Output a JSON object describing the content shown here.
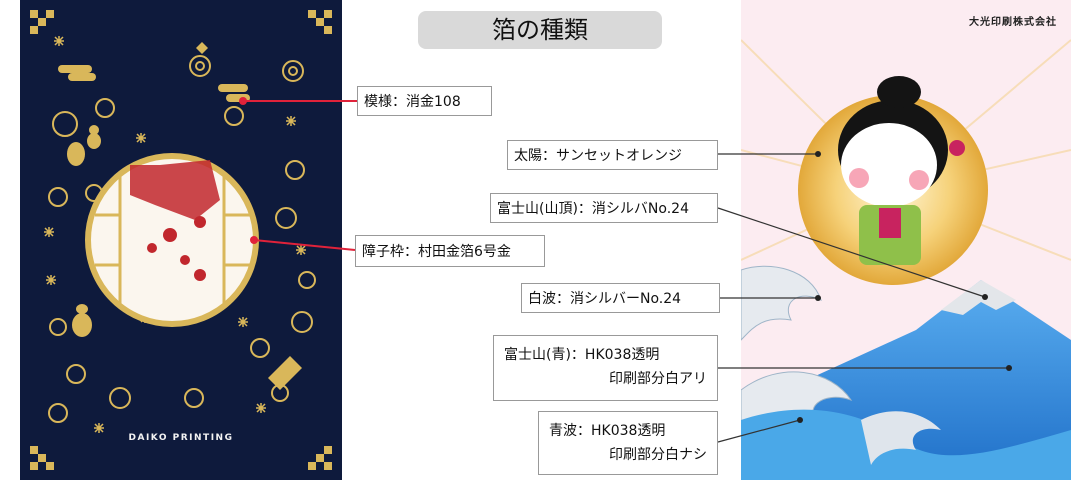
{
  "header": {
    "title": "箔の種類"
  },
  "left_card": {
    "brand": "DAIKO PRINTING"
  },
  "right_card": {
    "company": "大光印刷株式会社"
  },
  "labels": {
    "pattern": "模様：消金108",
    "shoji": "障子枠：村田金箔6号金",
    "sun": "太陽：サンセットオレンジ",
    "fuji_top": "富士山(山頂)：消シルバNo.24",
    "white_wave": "白波：消シルバーNo.24",
    "fuji_blue_1": "富士山(青)：HK038透明",
    "fuji_blue_2": "印刷部分白アリ",
    "blue_wave_1": "青波：HK038透明",
    "blue_wave_2": "印刷部分白ナシ"
  },
  "colors": {
    "navy": "#0e1a3c",
    "gold": "#d9b75a",
    "leader_red": "#e0223a",
    "sun_orange": "#f0b84a",
    "fuji_blue": "#2f8fe0",
    "wave_blue": "#4aa8e8",
    "silver": "#d8dde3"
  }
}
